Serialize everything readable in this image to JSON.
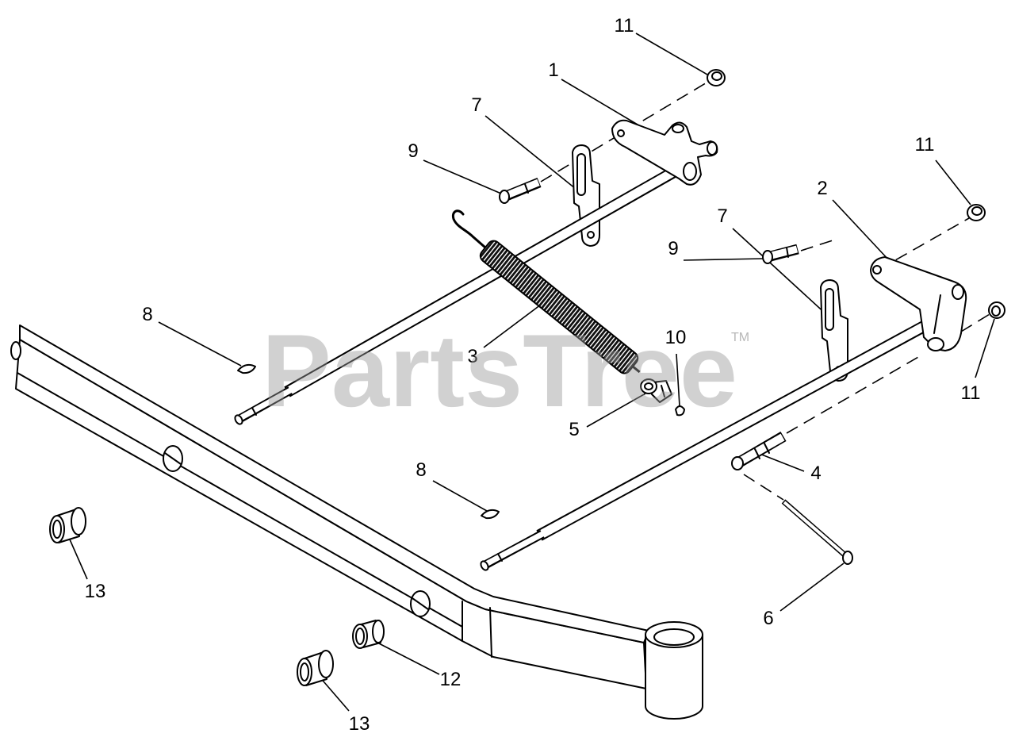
{
  "watermark": {
    "text": "PartsTree",
    "trademark": "TM"
  },
  "callouts": [
    "11",
    "1",
    "7",
    "9",
    "11",
    "2",
    "7",
    "9",
    "8",
    "3",
    "10",
    "5",
    "11",
    "4",
    "8",
    "6",
    "13",
    "12",
    "13"
  ],
  "colors": {
    "line": "#000000",
    "watermark": "#9a9a9a",
    "background": "#ffffff"
  }
}
